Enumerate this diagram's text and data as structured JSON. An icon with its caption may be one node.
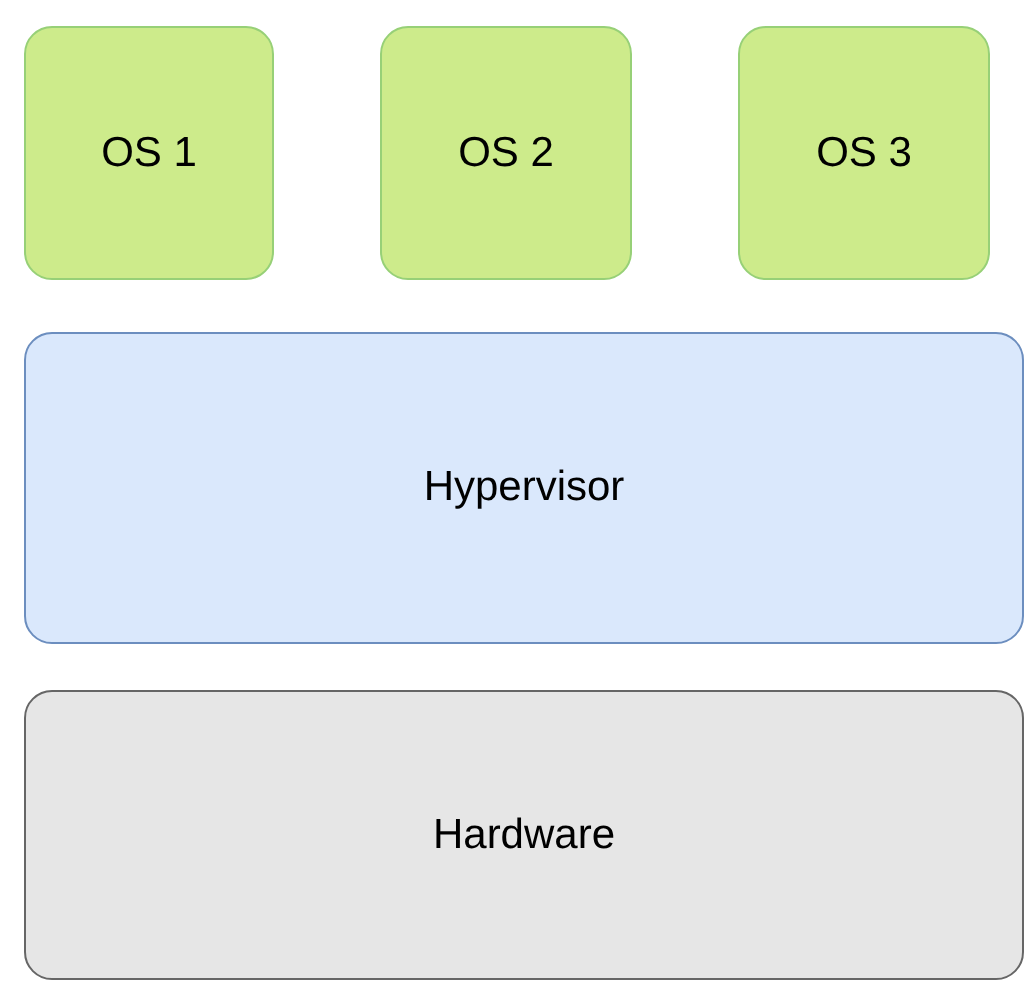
{
  "diagram": {
    "nodes": [
      {
        "text": [
          "OS 1"
        ]
      },
      {
        "text": [
          "OS 2"
        ]
      },
      {
        "text": [
          "OS 3"
        ]
      },
      {
        "text": [
          "Hypervisor"
        ]
      },
      {
        "text": [
          "Hardware"
        ]
      }
    ]
  }
}
